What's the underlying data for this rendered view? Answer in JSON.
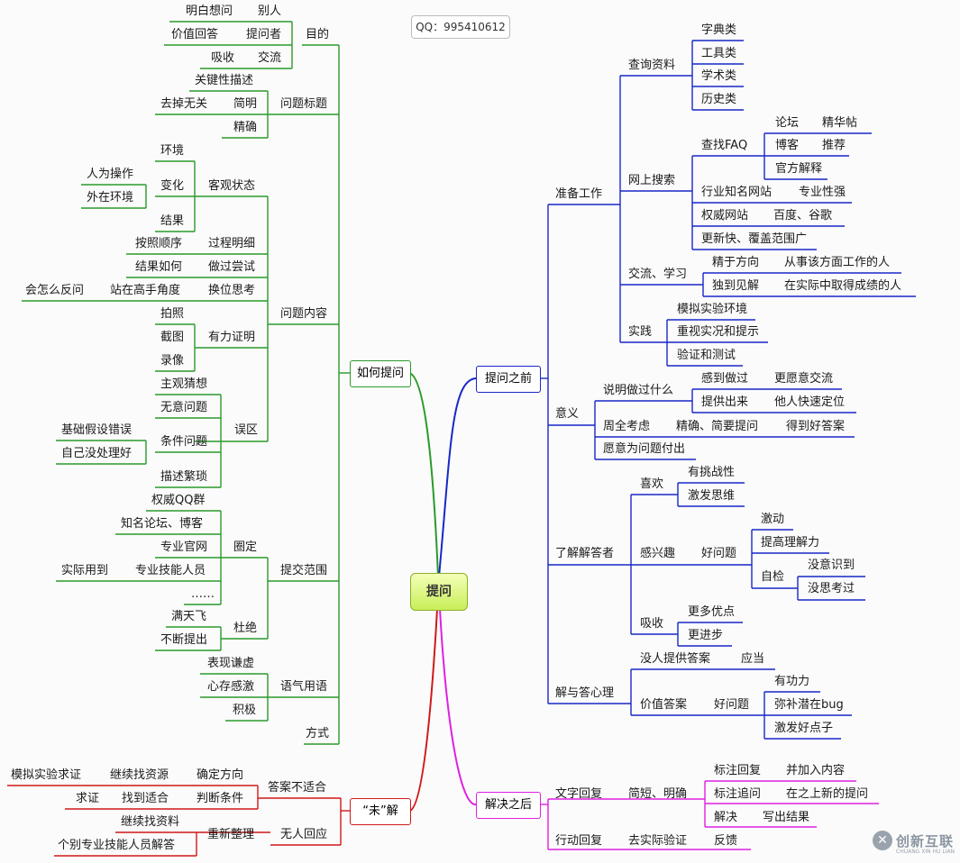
{
  "watermark": {
    "qq": "QQ：995410612",
    "logo_text": "创新互联",
    "logo_sub": "CHUANG XIN HU LIAN"
  },
  "colors": {
    "green": "#2a9a2a",
    "blue": "#1828c8",
    "red": "#d01818",
    "magenta": "#e020e0",
    "center_fill": "#c8ee59"
  },
  "center": "提问",
  "branches": {
    "how_to_ask": "如何提问",
    "before_asking": "提问之前",
    "after_solved": "解决之后",
    "end_solution": "“未”解"
  },
  "left": {
    "purpose": {
      "label": "目的",
      "mingbai": "明白想问",
      "bieren": "别人",
      "jiazhi": "价值回答",
      "tiwenzhe": "提问者",
      "xishou": "吸收",
      "jiaoliu": "交流"
    },
    "title": {
      "label": "问题标题",
      "guanjian": "关键性描述",
      "qudiao": "去掉无关",
      "jianming": "简明",
      "jingque": "精确"
    },
    "content": {
      "label": "问题内容",
      "objective": {
        "label": "客观状态",
        "huanjing": "环境",
        "bianhua": "变化",
        "renwei": "人为操作",
        "waizai": "外在环境",
        "jieguo": "结果"
      },
      "anzhao": "按照顺序",
      "guocheng": "过程明细",
      "jieguoruhe": "结果如何",
      "zuoguo": "做过尝试",
      "huizenmo": "会怎么反问",
      "zhanzai": "站在高手角度",
      "huanwei": "换位思考",
      "proof": {
        "label": "有力证明",
        "paizhao": "拍照",
        "jietu": "截图",
        "luxiang": "录像"
      },
      "mistakes": {
        "label": "误区",
        "zhuguan": "主观猜想",
        "wuyi": "无意问题",
        "tiaojian": "条件问题",
        "jichu": "基础假设错误",
        "ziji": "自己没处理好",
        "miaoshu": "描述繁琐"
      }
    },
    "scope": {
      "label": "提交范围",
      "quanwei": "权威QQ群",
      "zhiming": "知名论坛、博客",
      "zhuanye": "专业官网",
      "quanding": "圈定",
      "shiji": "实际用到",
      "zhuanyejineng": "专业技能人员",
      "dots": "……",
      "mantianfei": "满天飞",
      "buduan": "不断提出",
      "dujue": "杜绝"
    },
    "tone": {
      "label": "语气用语",
      "qianxu": "表现谦虚",
      "gandong": "心存感激",
      "jiji": "积极"
    },
    "method": "方式"
  },
  "unsolved": {
    "not_suitable": "答案不适合",
    "moni": "模拟实验求证",
    "jixu": "继续找资源",
    "queding": "确定方向",
    "qiuzheng": "求证",
    "zhaodao": "找到适合",
    "panduan": "判断条件",
    "no_reply": "无人回应",
    "jixuzhao": "继续找资料",
    "chongxin": "重新整理",
    "gebie": "个别专业技能人员解答"
  },
  "right": {
    "prep": {
      "label": "准备工作",
      "query": {
        "label": "查询资料",
        "zidian": "字典类",
        "gongju": "工具类",
        "xueshu": "学术类",
        "lishi": "历史类"
      },
      "web": {
        "label": "网上搜索",
        "faq": "查找FAQ",
        "luntan": "论坛",
        "jinghua": "精华帖",
        "boke": "博客",
        "tuijian": "推荐",
        "guanfang": "官方解释",
        "hangye": "行业知名网站",
        "zhuanyexing": "专业性强",
        "quanweiwz": "权威网站",
        "baidu": "百度、谷歌",
        "gengxin": "更新快、覆盖范围广"
      },
      "exchange": {
        "label": "交流、学习",
        "jingyu": "精于方向",
        "congshi": "从事该方面工作的人",
        "dudao": "独到见解",
        "zaishiji": "在实际中取得成绩的人"
      },
      "practice": {
        "label": "实践",
        "moni": "模拟实验环境",
        "zhongshi": "重视实况和提示",
        "yanzheng": "验证和测试"
      }
    },
    "meaning": {
      "label": "意义",
      "shuoming": "说明做过什么",
      "gandao": "感到做过",
      "gengyuan": "更愿意交流",
      "tigong": "提供出来",
      "taren": "他人快速定位",
      "zhouquan": "周全考虑",
      "jingquejm": "精确、简要提问",
      "dedao": "得到好答案",
      "yuanyi": "愿意为问题付出"
    },
    "answerer": {
      "label": "了解解答者",
      "xihuan": "喜欢",
      "tiaozhan": "有挑战性",
      "jifa": "激发思维",
      "xingqu": "感兴趣",
      "haowenti": "好问题",
      "jidong": "激动",
      "tigao": "提高理解力",
      "zijian": "自检",
      "meiyishi": "没意识到",
      "meisikao": "没思考过",
      "xishou": "吸收",
      "gengduo": "更多优点",
      "gengjinbu": "更进步"
    },
    "psych": {
      "label": "解与答心理",
      "meiren": "没人提供答案",
      "yingdang": "应当",
      "jiazhi": "价值答案",
      "haowenti": "好问题",
      "yougong": "有功力",
      "mibu": "弥补潜在bug",
      "jifahao": "激发好点子"
    }
  },
  "after": {
    "text_reply": "文字回复",
    "jianduan": "简短、明确",
    "biaozhu": "标注回复",
    "bingjia": "并加入内容",
    "zhuiwen": "标注追问",
    "zaizhi": "在之上新的提问",
    "jiejue": "解决",
    "xiechu": "写出结果",
    "action_reply": "行动回复",
    "qushiji": "去实际验证",
    "fankui": "反馈"
  }
}
